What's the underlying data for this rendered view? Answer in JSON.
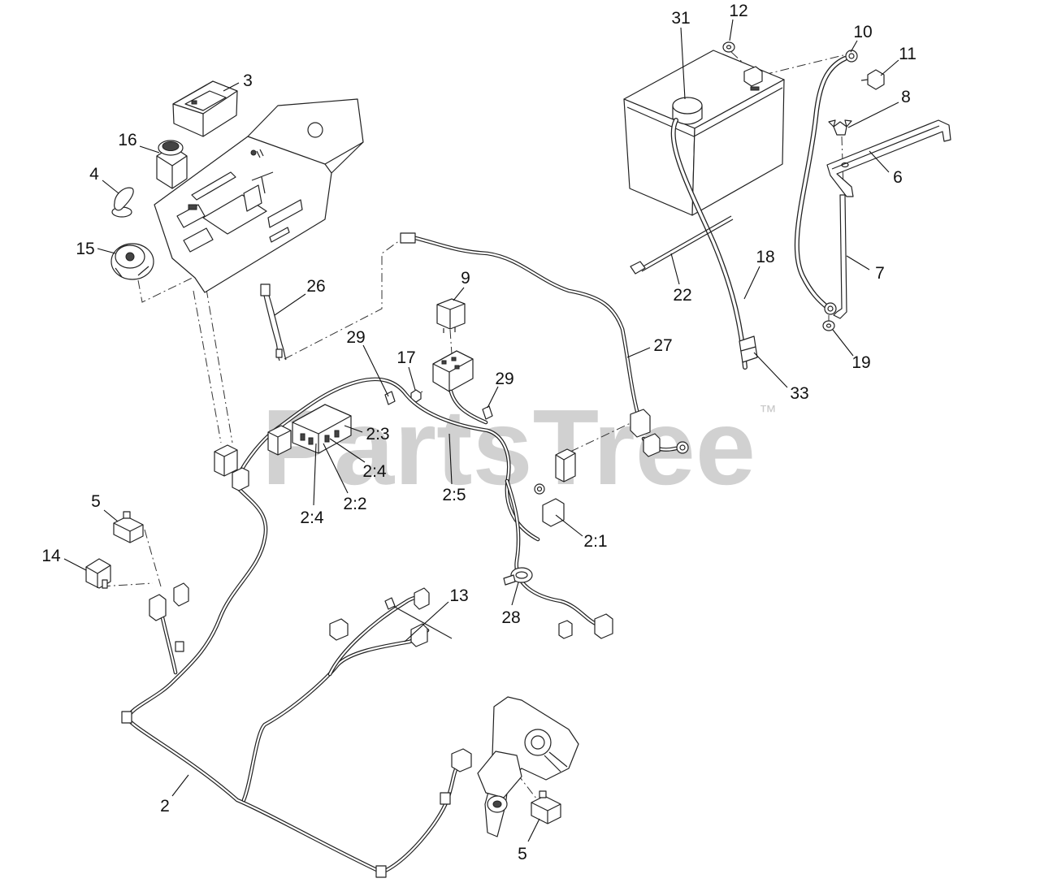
{
  "watermark": {
    "text": "PartsTree",
    "tm": "™"
  },
  "callouts": [
    "31",
    "12",
    "10",
    "11",
    "8",
    "6",
    "7",
    "3",
    "16",
    "4",
    "15",
    "26",
    "9",
    "29",
    "17",
    "29",
    "27",
    "22",
    "18",
    "19",
    "33",
    "2:3",
    "2:4",
    "2:5",
    "2:2",
    "2:4",
    "2:1",
    "5",
    "14",
    "13",
    "28",
    "2",
    "5"
  ],
  "colors": {
    "line": "#222222",
    "watermark": "#c9c9c9",
    "background": "#ffffff"
  }
}
